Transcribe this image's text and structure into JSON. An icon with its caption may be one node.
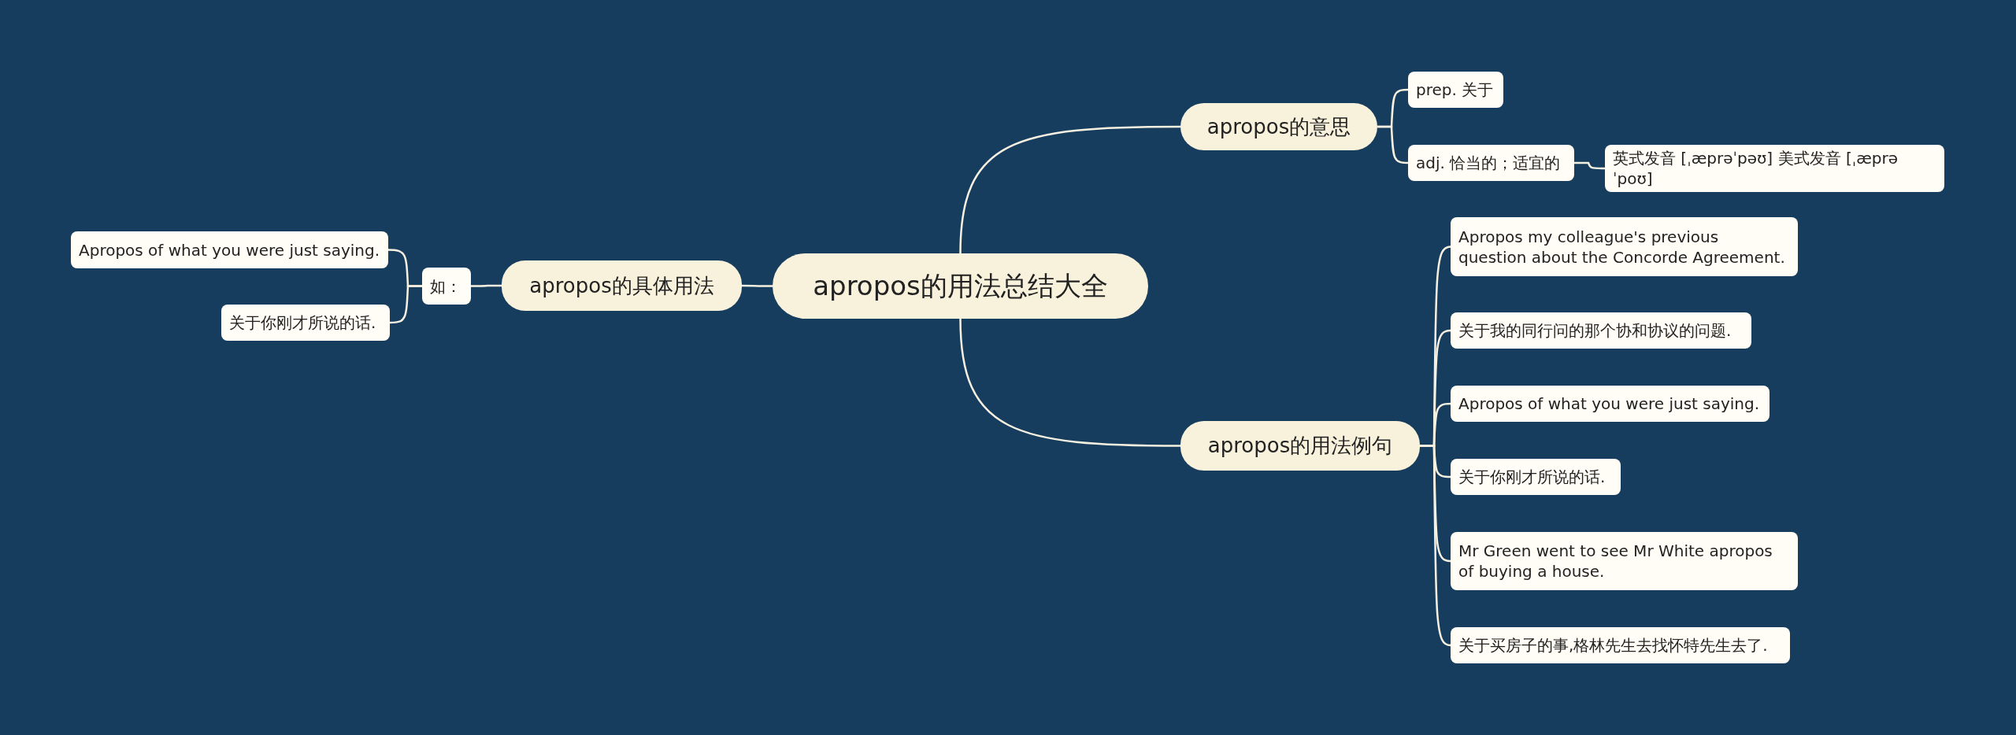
{
  "diagram": {
    "nodes": [
      {
        "text": [
          "apropos的用法总结大全"
        ]
      },
      {
        "text": [
          "apropos的意思"
        ]
      },
      {
        "text": [
          "prep. 关于"
        ]
      },
      {
        "text": [
          "adj. 恰当的；适宜的"
        ]
      },
      {
        "text": [
          "英式发音 [ˌæprəˈpəʊ] 美式发音 [ˌæprəˈpoʊ]"
        ]
      },
      {
        "text": [
          "apropos的用法例句"
        ]
      },
      {
        "text": [
          "Apropos my colleague's previous question about the Concorde Agreement."
        ]
      },
      {
        "text": [
          "关于我的同行问的那个协和协议的问题."
        ]
      },
      {
        "text": [
          "Apropos of what you were just saying."
        ]
      },
      {
        "text": [
          "关于你刚才所说的话."
        ]
      },
      {
        "text": [
          "Mr Green went to see Mr White apropos of buying a house."
        ]
      },
      {
        "text": [
          "关于买房子的事,格林先生去找怀特先生去了."
        ]
      },
      {
        "text": [
          "apropos的具体用法"
        ]
      },
      {
        "text": [
          "如："
        ]
      },
      {
        "text": [
          "Apropos of what you were just saying."
        ]
      },
      {
        "text": [
          "关于你刚才所说的话."
        ]
      }
    ],
    "edges": [
      {
        "from": 0,
        "to": 1,
        "arrow": "none"
      },
      {
        "from": 1,
        "to": 2,
        "arrow": "none"
      },
      {
        "from": 1,
        "to": 3,
        "arrow": "none"
      },
      {
        "from": 3,
        "to": 4,
        "arrow": "none"
      },
      {
        "from": 0,
        "to": 5,
        "arrow": "none"
      },
      {
        "from": 5,
        "to": 6,
        "arrow": "none"
      },
      {
        "from": 5,
        "to": 7,
        "arrow": "none"
      },
      {
        "from": 5,
        "to": 8,
        "arrow": "none"
      },
      {
        "from": 5,
        "to": 9,
        "arrow": "none"
      },
      {
        "from": 5,
        "to": 10,
        "arrow": "none"
      },
      {
        "from": 5,
        "to": 11,
        "arrow": "none"
      },
      {
        "from": 0,
        "to": 12,
        "arrow": "none"
      },
      {
        "from": 12,
        "to": 13,
        "arrow": "none"
      },
      {
        "from": 13,
        "to": 14,
        "arrow": "none"
      },
      {
        "from": 13,
        "to": 15,
        "arrow": "none"
      }
    ]
  }
}
